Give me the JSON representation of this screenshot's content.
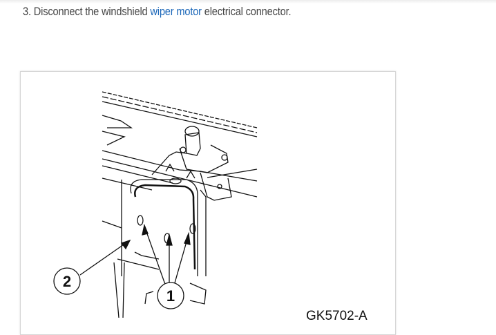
{
  "step": {
    "number": "3.",
    "text_before": "Disconnect the windshield",
    "link": "wiper motor",
    "text_after": "electrical connector."
  },
  "figure": {
    "callouts": [
      "1",
      "2"
    ],
    "code": "GK5702-A"
  },
  "colors": {
    "link": "#1a66b8",
    "text": "#444444"
  }
}
